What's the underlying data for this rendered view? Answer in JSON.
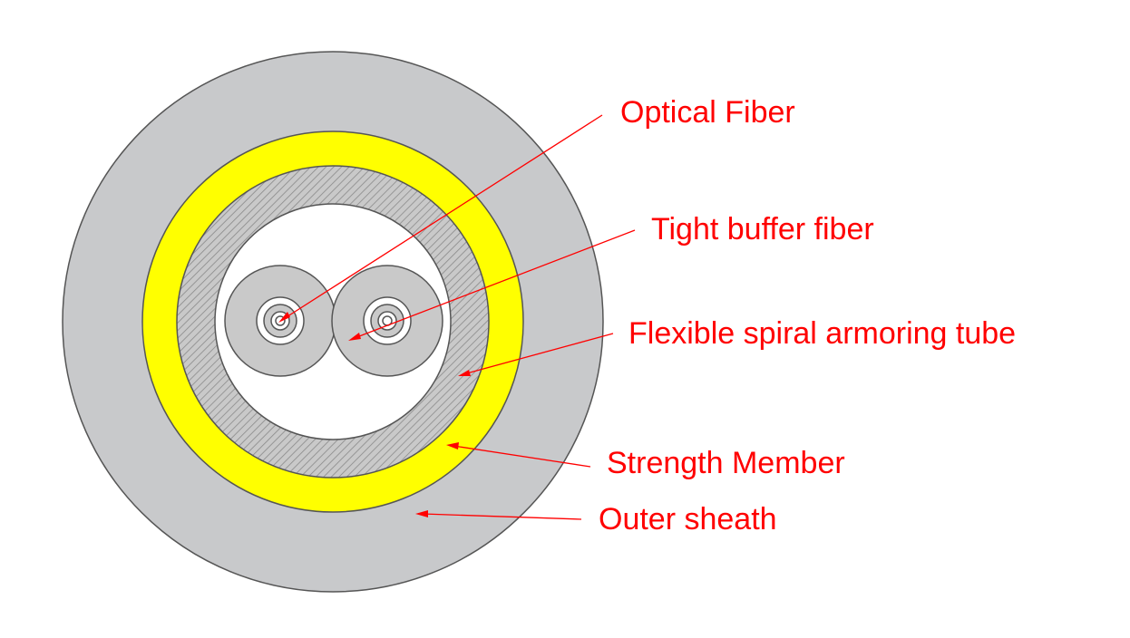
{
  "colors": {
    "background": "#ffffff",
    "outer_sheath": "#c8c9cb",
    "strength_member": "#ffff00",
    "armoring_tube": "#c9c9c9",
    "armoring_hatch": "#8a8a8a",
    "tight_buffer": "#c9c9c9",
    "core_space": "#ffffff",
    "outline": "#555555",
    "annotation": "#ff0000"
  },
  "labels": {
    "optical_fiber": "Optical Fiber",
    "tight_buffer_fiber": "Tight buffer fiber",
    "flexible_armoring_tube": "Flexible spiral armoring tube",
    "strength_member": "Strength Member",
    "outer_sheath": "Outer sheath"
  }
}
